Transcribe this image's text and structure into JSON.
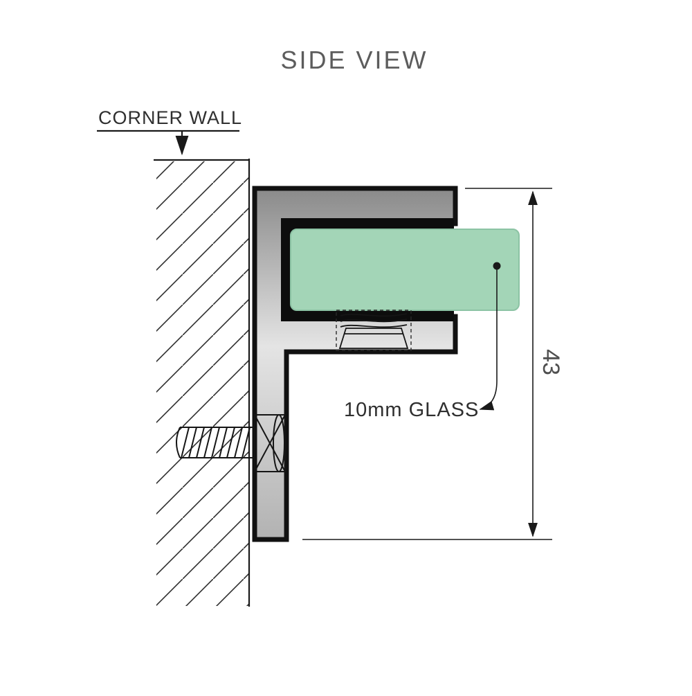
{
  "title": "SIDE VIEW",
  "wall": {
    "label": "CORNER WALL"
  },
  "glass": {
    "label": "10mm GLASS"
  },
  "dimension": {
    "value": "43"
  },
  "colors": {
    "glass_fill": "#a3d5b7",
    "glass_edge": "#8cc3a4",
    "bracket_dark": "#8a8a8a",
    "bracket_mid": "#e4e4e4",
    "bracket_light": "#b2b2b2",
    "outline": "#111111",
    "title_text": "#5c5c5c",
    "label_text": "#2f2f2f",
    "dim_text": "#4f4f4f",
    "leader": "#1a1a1a"
  }
}
